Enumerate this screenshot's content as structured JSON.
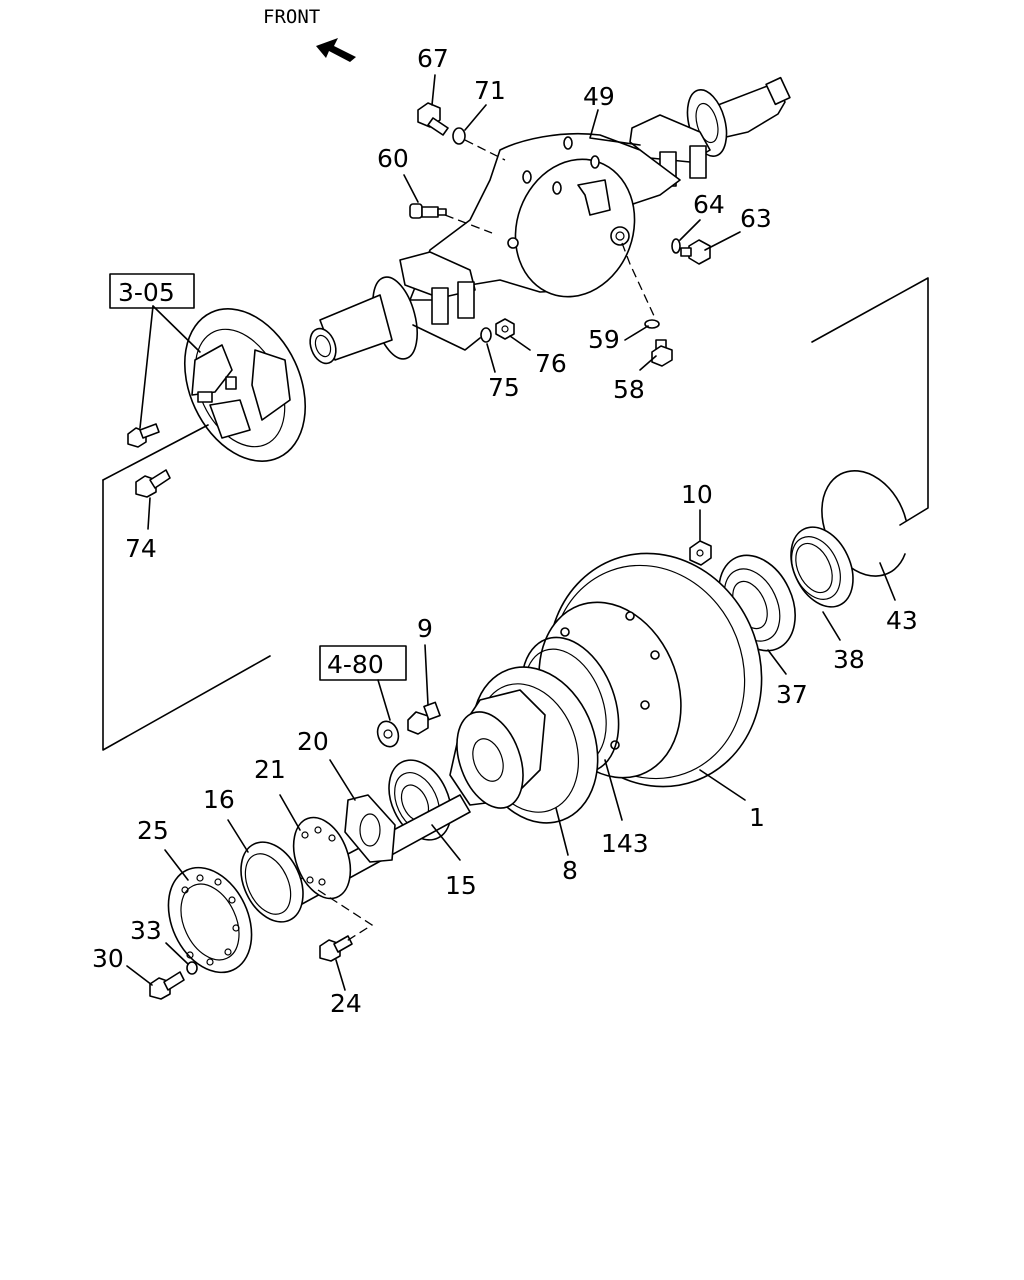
{
  "orientation": {
    "label": "FRONT",
    "arrow_icon": "direction-arrow-icon"
  },
  "references": {
    "ref_a": "3-05",
    "ref_b": "4-80"
  },
  "callouts": {
    "c67": "67",
    "c71": "71",
    "c49": "49",
    "c60": "60",
    "c64": "64",
    "c63": "63",
    "c59": "59",
    "c58": "58",
    "c76": "76",
    "c75": "75",
    "c74": "74",
    "c10": "10",
    "c9": "9",
    "c43": "43",
    "c38": "38",
    "c37": "37",
    "c1": "1",
    "c143": "143",
    "c8": "8",
    "c15": "15",
    "c20": "20",
    "c21": "21",
    "c16": "16",
    "c25": "25",
    "c33": "33",
    "c30": "30",
    "c24": "24"
  }
}
